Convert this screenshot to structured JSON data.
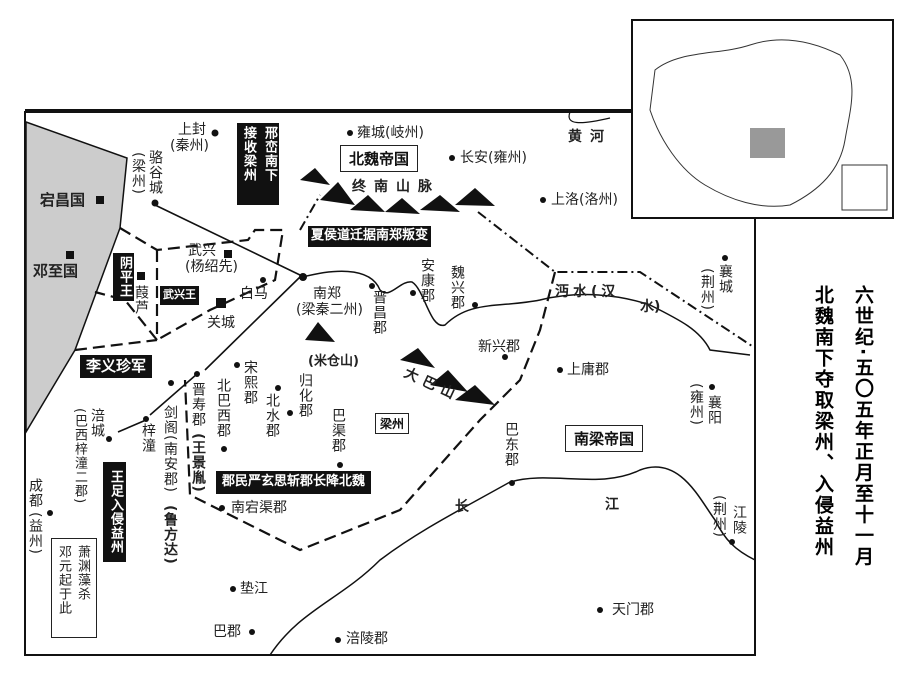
{
  "title": {
    "line1": "六世纪·五〇五年正月至十一月",
    "line2": "北魏南下夺取梁州、入侵益州"
  },
  "regions": {
    "bei_wei": "北魏帝国",
    "nan_liang": "南梁帝国",
    "liangzhou": "梁州",
    "tanchang": "宕昌国",
    "dengzhi": "邓至国"
  },
  "physical": {
    "zhongnan": "终南山脉",
    "huanghe": "黄河",
    "mianshui": "沔水(汉",
    "mianshui2": "水)",
    "micang": "(米仓山)",
    "daba": "大巴山",
    "chang": "长",
    "jiang": "江"
  },
  "places": {
    "shangfeng": "上封",
    "shangfeng_sub": "(秦州)",
    "luogu": "骆谷城",
    "luogu_sub": "(梁州)",
    "yongcheng": "雍城(岐州)",
    "changan": "长安(雍州)",
    "shangluo": "上洛(洛州)",
    "wuxing": "武兴",
    "wuxing_sub": "(杨绍先)",
    "baima": "白马",
    "guancheng": "关城",
    "jialu": "葭芦",
    "nanzheng": "南郑",
    "nanzheng_sub": "(梁秦二州)",
    "jinchang": "晋昌郡",
    "ankang": "安康郡",
    "weixing": "魏兴郡",
    "xiangcheng": "襄城",
    "xiangcheng_sub": "(荆州)",
    "xinxing": "新兴郡",
    "shangyong": "上庸郡",
    "xiangyang": "襄阳",
    "xiangyang_sub": "(雍州)",
    "jiangling": "江陵",
    "jiangling_sub": "(荆州)",
    "badong": "巴东郡",
    "tianmen": "天门郡",
    "songxi": "宋熙郡",
    "beibaxi": "北巴西郡",
    "guihua": "归化郡",
    "beishui": "北水郡",
    "baqu": "巴渠郡",
    "jinshou": "晋寿郡",
    "jinshou_sub": "(王景胤)",
    "jiange": "剑阁(南安郡)",
    "jiange_sub": "(鲁方达)",
    "zitong": "梓潼",
    "fucheng": "涪城",
    "fucheng_sub": "(巴西梓潼二郡)",
    "chengdu": "成都",
    "chengdu_sub": "(益州)",
    "nandangqu": "南宕渠郡",
    "dianjiang": "垫江",
    "bajun": "巴郡",
    "fuling": "涪陵郡"
  },
  "callouts": {
    "xingluan_a": "邢峦南下",
    "xingluan_b": "接收梁州",
    "xiahou": "夏侯道迁据南郑叛变",
    "liyizhen": "李义珍军",
    "wangzu": "王足入侵益州",
    "junmin": "郡民严玄思斩郡长降北魏",
    "yinping": "阴平王",
    "wuxingwang": "武兴王",
    "xiaoyuan_a": "萧渊藻杀",
    "xiaoyuan_b": "邓元起于此"
  }
}
